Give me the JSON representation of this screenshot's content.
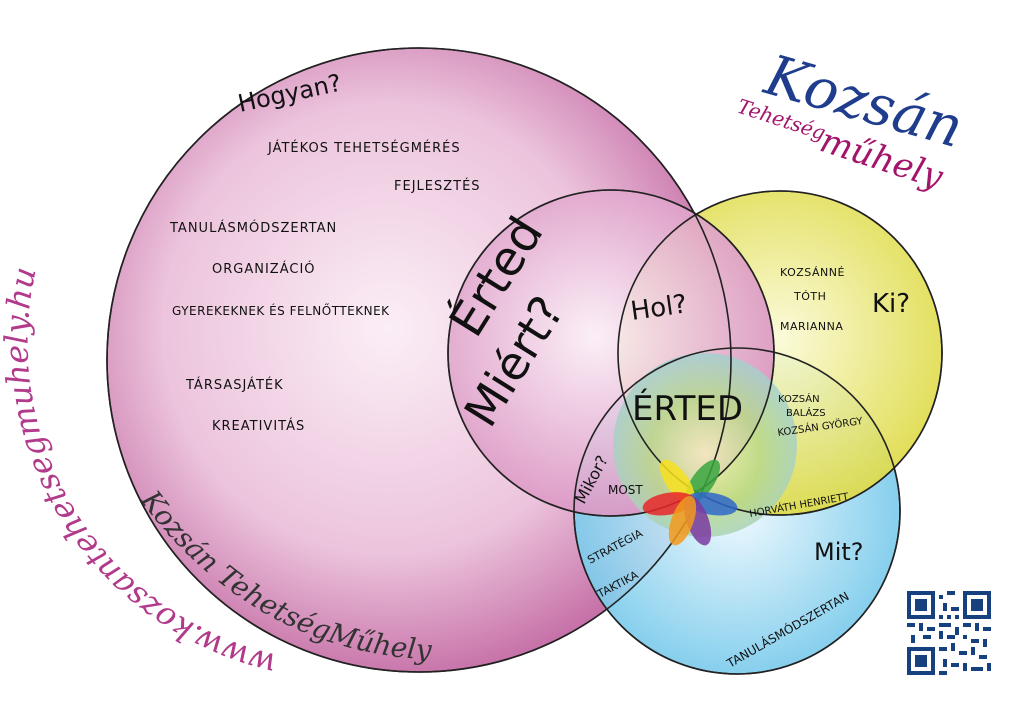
{
  "brand": {
    "title": "Kozsán",
    "subtitle_a": "Tehetség",
    "subtitle_b": "műhely",
    "title_color": "#1f3d8c",
    "subtitle_color": "#a3146b"
  },
  "website": "www.kozsantehetsegmuhely.hu",
  "signature": "Kozsán TehetségMűhely",
  "circles": {
    "hogyan": {
      "question": "Hogyan?",
      "items": [
        "JÁTÉKOS TEHETSÉGMÉRÉS",
        "FEJLESZTÉS",
        "TANULÁSMÓDSZERTAN",
        "ORGANIZÁCIÓ",
        "GYEREKEKNEK ÉS FELNŐTTEKNEK",
        "TÁRSASJÁTÉK",
        "KREATIVITÁS"
      ],
      "color": "#c96aa8"
    },
    "miert": {
      "label_top": "Érted",
      "label_bottom": "Miért?",
      "color": "#cf8fbf"
    },
    "hol": {
      "question": "Hol?"
    },
    "ki": {
      "question": "Ki?",
      "names": [
        "KOZSÁNNÉ",
        "TÓTH",
        "MARIANNA"
      ],
      "color": "#e6e35a"
    },
    "center": {
      "label": "ÉRTED",
      "names": [
        "KOZSÁN",
        "BALÁZS",
        "KOZSÁN GYÖRGY"
      ]
    },
    "mikor": {
      "question": "Mikor?",
      "answer": "MOST"
    },
    "strategy": [
      "STRATÉGIA",
      "TAKTIKA"
    ],
    "mit": {
      "question": "Mit?",
      "item": "TANULÁSMÓDSZERTAN",
      "name": "HORVÁTH HENRIETT",
      "color": "#7cc9e8"
    }
  },
  "flower_colors": [
    "#e8262a",
    "#f39a1b",
    "#f7e01d",
    "#3aa640",
    "#2f67c9",
    "#7b3aa0"
  ],
  "qr_icon": "qr-code-icon"
}
